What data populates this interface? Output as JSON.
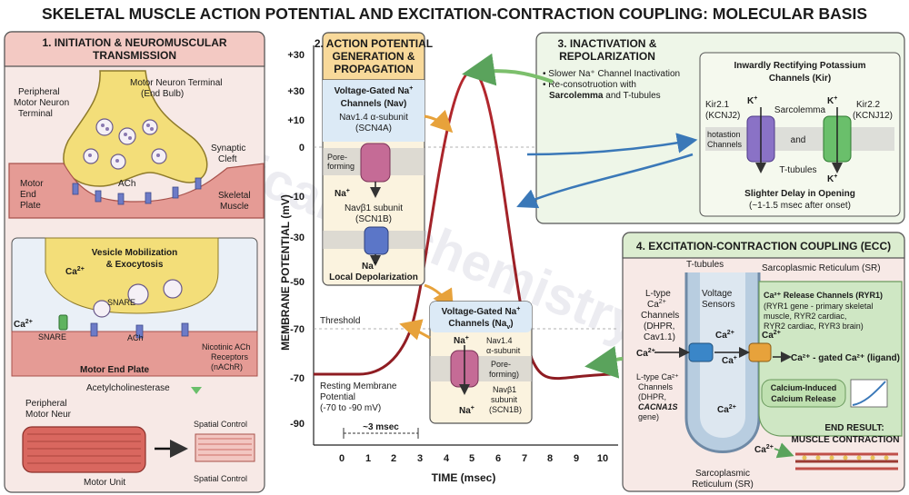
{
  "title": "SKELETAL MUSCLE ACTION POTENTIAL AND EXCITATION-CONTRACTION COUPLING: MOLECULAR BASIS",
  "watermark": "themedicalbiochemistrypage.org",
  "panel1": {
    "title_l1": "1. INITIATION & NEUROMUSCULAR",
    "title_l2": "TRANSMISSION",
    "motor_terminal_l1": "Motor Neuron Terminal",
    "motor_terminal_l2": "(End Bulb)",
    "peripheral_l1": "Peripheral",
    "peripheral_l2": "Motor Neuron",
    "peripheral_l3": "Terminal",
    "synaptic_l1": "Synaptic",
    "synaptic_l2": "Cleft",
    "ach": "ACh",
    "end_plate_l1": "Motor",
    "end_plate_l2": "End",
    "end_plate_l3": "Plate",
    "skeletal_l1": "Skeletal",
    "skeletal_l2": "Muscle",
    "inset_title_l1": "Vesicle Mobilization",
    "inset_title_l2": "& Exocytosis",
    "ca": "Ca",
    "sup_2plus": "2+",
    "snare": "SNARE",
    "inset_ach": "ACh",
    "inset_end_plate": "Motor End Plate",
    "nachr_l1": "Nicotinic ACh",
    "nachr_l2": "Receptors",
    "nachr_l3": "(nAChR)",
    "ache": "Acetylcholinesterase",
    "per_l1": "Peripheral",
    "per_l2": "Motor Neur",
    "motor_unit": "Motor Unit",
    "spatial_top": "Spatial Control",
    "spatial_bottom": "Spatial Control"
  },
  "panel2": {
    "title_l1": "2. ACTION POTENTIAL",
    "title_l2": "GENERATION &",
    "title_l3": "PROPAGATION",
    "vg_title_l1": "Voltage-Gated Na",
    "vg_title_l2": "Channels (Nav)",
    "alpha_l1": "Nav1.4 α-subunit",
    "alpha_l2": "(SCN4A)",
    "pore_l1": "Pore-",
    "pore_l2": "forming",
    "na": "Na",
    "beta_l1": "Navβ1 subunit",
    "beta_l2": "(SCN1B)",
    "local_depol": "Local Depolarization"
  },
  "panel2b": {
    "title_l1": "Voltage-Gated Na",
    "title_l2": "Channels (Na",
    "alpha_l1": "Nav1.4",
    "alpha_l2": "α-subunit",
    "pore_l1": "Pore-",
    "pore_l2": "forming)",
    "beta_l1": "Navβ1",
    "beta_l2": "subunit",
    "beta_l3": "(SCN1B)",
    "na": "Na"
  },
  "panel3": {
    "title_l1": "3. INACTIVATION &",
    "title_l2": "REPOLARIZATION",
    "bullet1": "• Slower Na⁺ Channel Inactivation",
    "bullet2_l1": "• Re-consotruotion with",
    "bullet2_l2": "Sarcolemma",
    "bullet2_l3": "and T-tubules",
    "kir_title_l1": "Inwardly Rectifying Potassium",
    "kir_title_l2": "Channels (Kir)",
    "kir21_l1": "Kir2.1",
    "kir21_l2": "(KCNJ2)",
    "kir22_l1": "Kir2.2",
    "kir22_l2": "(KCNJ12)",
    "k": "K",
    "sarcolemma": "Sarcolemma",
    "hot_l1": "hotastion",
    "hot_l2": "Channels",
    "and": "and",
    "t_tubules": "T-tubules",
    "delay_l1": "Slighter Delay in Opening",
    "delay_l2": "(~1-1.5 msec after onset)"
  },
  "panel4": {
    "title": "4. EXCITATION-CONTRACTION COUPLING (ECC)",
    "t_tubules": "T-tubules",
    "sr_top": "Sarcoplasmic Reticulum (SR)",
    "ltype_l1": "L-type",
    "ltype_l2": "Ca",
    "ltype_l3": "Channels",
    "ltype_l4": "(DHPR,",
    "ltype_l5": "Cav1.1)",
    "voltage_l1": "Voltage",
    "voltage_l2": "Sensors",
    "ca": "Ca",
    "ryr_title": "Ca²⁺ Release Channels (RYR1)",
    "ryr_l1": "(RYR1 gene - primary skeletal",
    "ryr_l2": "muscle, RYR2 cardiac,",
    "ryr_l3": "RYR2 cardiac, RYR3 brain)",
    "gated": "Ca²⁺ - gated Ca²⁺ (ligand)",
    "lt2_l1": "L-type Ca²⁺",
    "lt2_l2": "Channels",
    "lt2_l3": "(DHPR,",
    "lt2_l4": "CACNA1S",
    "lt2_l5": "gene)",
    "cicr_l1": "Calcium-Induced",
    "cicr_l2": "Calcium Release",
    "end_l1": "END RESULT:",
    "end_l2": "MUSCLE CONTRACTION",
    "sr_bottom_l1": "Sarcoplasmic",
    "sr_bottom_l2": "Reticulum (SR)"
  },
  "graph": {
    "ylabel": "MEMBRANE POTENTIAL (mV)",
    "xlabel": "TIME (msec)",
    "threshold": "Threshold",
    "resting_l1": "Resting Membrane",
    "resting_l2": "Potential",
    "resting_l3": "(-70 to -90 mV)",
    "duration": "~3 msec",
    "y_ticks": [
      "+30",
      "+30",
      "+10",
      "0",
      "-10",
      "-30",
      "-50",
      "-70",
      "-70",
      "-90"
    ],
    "x_ticks": [
      "0",
      "1",
      "2",
      "3",
      "4",
      "5",
      "6",
      "7",
      "8",
      "9",
      "10"
    ]
  },
  "colors": {
    "panel1_bg": "#f7e9e6",
    "panel1_head": "#f3c9c3",
    "panel2_head": "#f8d99a",
    "panel3_head": "#e6f2d9",
    "panel4_head": "#dcedd0",
    "ap_curve": "#b5282e",
    "neuron": "#f3de79",
    "muscle": "#e59b95",
    "channel_pink": "#c56b96",
    "channel_blue": "#5b76c8",
    "kir_purple": "#8a72c6",
    "kir_green": "#6abf6b"
  }
}
